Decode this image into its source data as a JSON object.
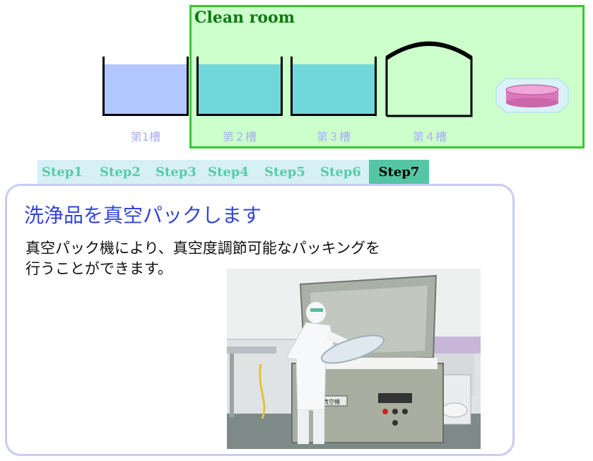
{
  "cleanroom": {
    "title": "Clean room"
  },
  "tanks": [
    {
      "label": "第1槽",
      "fill_color": "#b3c7ff"
    },
    {
      "label": "第２槽",
      "fill_color": "#70d8da"
    },
    {
      "label": "第３槽",
      "fill_color": "#70d8da"
    },
    {
      "label": "第４槽",
      "fill_color": "none"
    }
  ],
  "steps": [
    {
      "label": "Step1",
      "active": false
    },
    {
      "label": "Step2",
      "active": false
    },
    {
      "label": "Step3",
      "active": false
    },
    {
      "label": "Step4",
      "active": false
    },
    {
      "label": "Step5",
      "active": false
    },
    {
      "label": "Step6",
      "active": false
    },
    {
      "label": "Step7",
      "active": true
    }
  ],
  "panel": {
    "title": "洗浄品を真空パックします",
    "description_line1": "真空パック機により、真空度調節可能なパッキングを",
    "description_line2": "行うことができます。"
  },
  "photo": {
    "machine_sign": "大型真空機"
  },
  "colors": {
    "cleanroom_bg": "#ccffcc",
    "cleanroom_border": "#33cc33",
    "step_active_bg": "#55c6a4",
    "panel_border": "#c8ccf4",
    "title_color": "#3344dd"
  }
}
